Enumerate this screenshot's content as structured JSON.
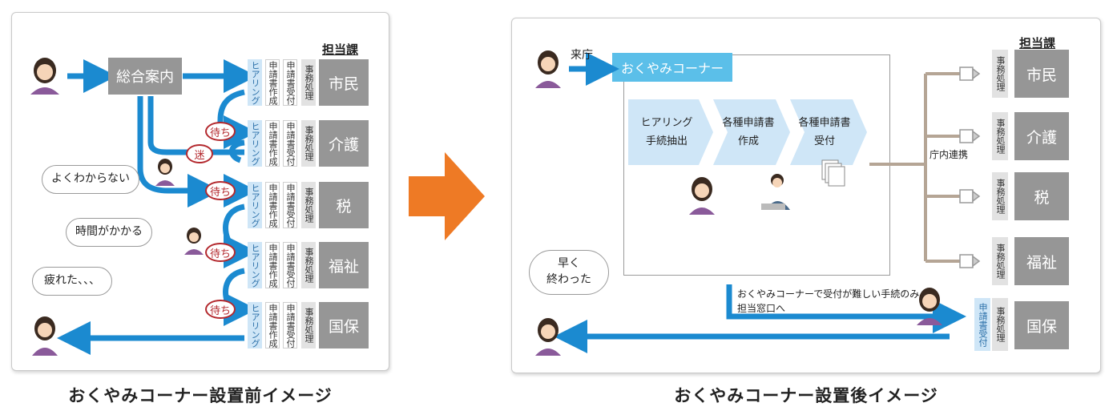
{
  "captions": {
    "before": "おくやみコーナー設置前イメージ",
    "after": "おくやみコーナー設置後イメージ"
  },
  "left": {
    "heading": "担当課",
    "reception": "総合案内",
    "departments": [
      "市民",
      "介護",
      "税",
      "福祉",
      "国保"
    ],
    "tags": {
      "hearing": "ヒアリング",
      "create": "申請書作成",
      "receive": "申請書受付",
      "process": "事務処理"
    },
    "wait": "待ち",
    "lost": "迷",
    "bubbles": [
      "よくわからない",
      "時間がかかる",
      "疲れた、、、"
    ]
  },
  "right": {
    "heading": "担当課",
    "arrive": "来庁",
    "corner_title": "おくやみコーナー",
    "steps": [
      {
        "line1": "ヒアリング",
        "line2": "手続抽出"
      },
      {
        "line1": "各種申請書",
        "line2": "作成"
      },
      {
        "line1": "各種申請書",
        "line2": "受付"
      }
    ],
    "liaison": "庁内連携",
    "departments": [
      "市民",
      "介護",
      "税",
      "福祉",
      "国保"
    ],
    "process_tag": "事務処理",
    "receive_tag": "申請書受付",
    "note_line1": "おくやみコーナーで受付が難しい手続のみ",
    "note_line2": "担当窓口へ",
    "bubble": {
      "line1": "早く",
      "line2": "終わった"
    }
  },
  "colors": {
    "blue_arrow": "#1b8ad0",
    "orange_arrow": "#ee7a25",
    "dept_grey": "#969696",
    "light_blue": "#cfe6f7",
    "connector": "#b5a595",
    "wait_red": "#b3282d"
  }
}
